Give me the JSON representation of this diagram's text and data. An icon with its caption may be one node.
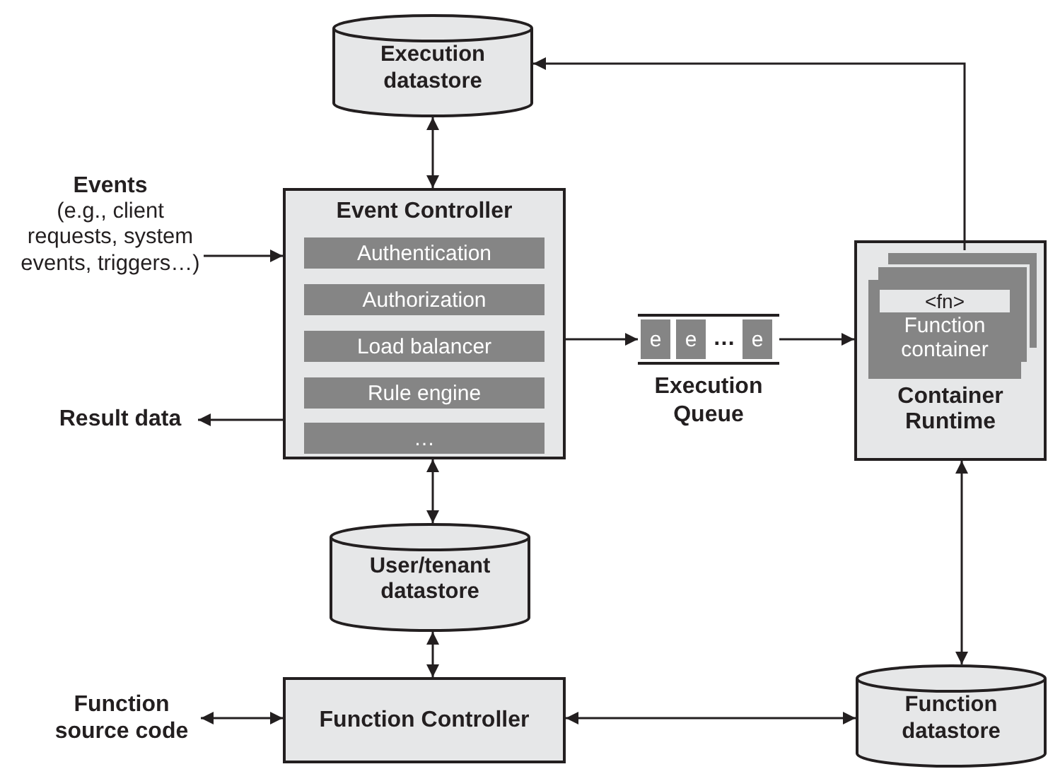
{
  "diagram": {
    "nodes": [
      {
        "text": [
          "Execution datastore"
        ]
      },
      {
        "text": [
          "Events",
          "(e.g., client requests, system events, triggers…)"
        ]
      },
      {
        "text": [
          "Event Controller"
        ]
      },
      {
        "text": [
          "Authentication"
        ],
        "in": 2
      },
      {
        "text": [
          "Authorization"
        ],
        "in": 2
      },
      {
        "text": [
          "Load balancer"
        ],
        "in": 2
      },
      {
        "text": [
          "Rule engine"
        ],
        "in": 2
      },
      {
        "text": [
          "…"
        ],
        "in": 2
      },
      {
        "text": [
          "Result data"
        ]
      },
      {
        "text": [
          "e",
          "e",
          "…",
          "e"
        ],
        "beside": [
          "Execution Queue"
        ]
      },
      {
        "text": [
          "Container Runtime"
        ]
      },
      {
        "text": [
          "<fn>",
          "Function container"
        ],
        "in": 10
      },
      {
        "text": [
          "User/tenant datastore"
        ]
      },
      {
        "text": [
          "Function source code"
        ]
      },
      {
        "text": [
          "Function Controller"
        ]
      },
      {
        "text": [
          "Function datastore"
        ]
      }
    ],
    "edges": [
      {
        "from": 0,
        "to": 2,
        "arrow": "both"
      },
      {
        "from": 1,
        "to": 2,
        "arrow": "to"
      },
      {
        "from": 2,
        "to": 8,
        "arrow": "to"
      },
      {
        "from": 2,
        "to": 9,
        "arrow": "to"
      },
      {
        "from": 9,
        "to": 10,
        "arrow": "to"
      },
      {
        "from": 11,
        "to": 0,
        "arrow": "to"
      },
      {
        "from": 2,
        "to": 12,
        "arrow": "both"
      },
      {
        "from": 12,
        "to": 14,
        "arrow": "both"
      },
      {
        "from": 13,
        "to": 14,
        "arrow": "both"
      },
      {
        "from": 14,
        "to": 15,
        "arrow": "both"
      },
      {
        "from": 10,
        "to": 15,
        "arrow": "both"
      }
    ]
  }
}
